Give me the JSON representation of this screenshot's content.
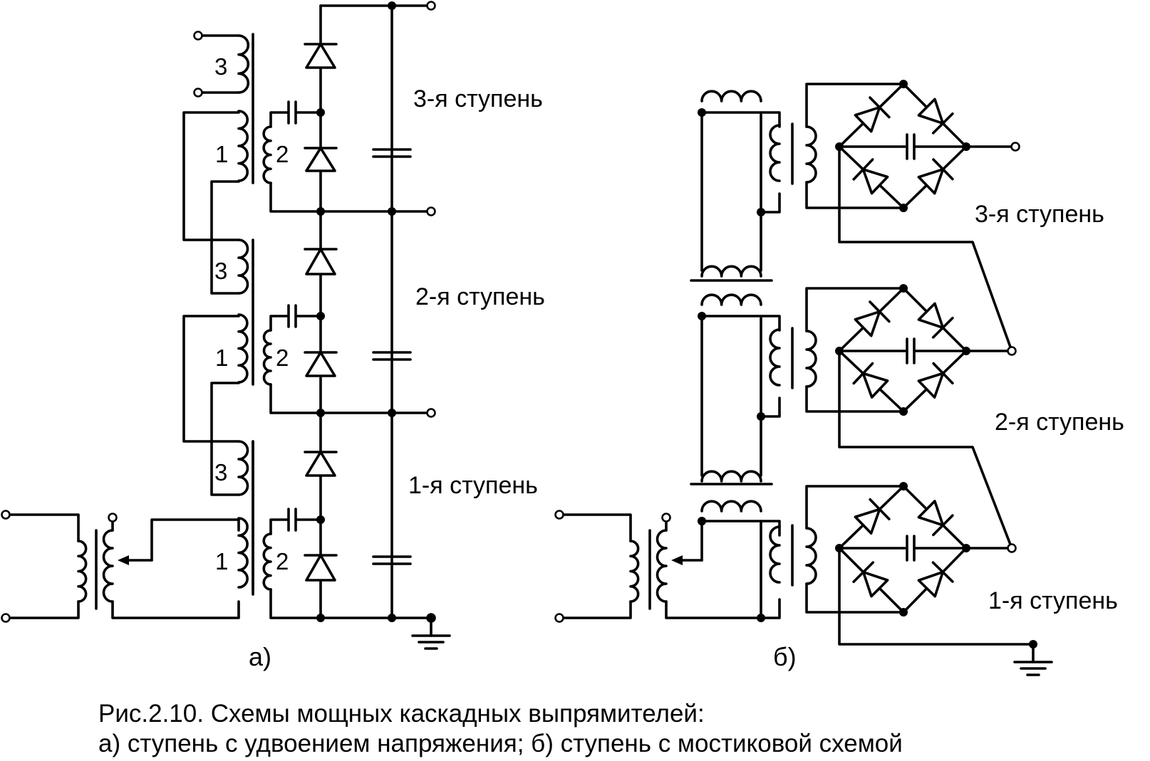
{
  "diagram_a": {
    "stages": [
      "3-я ступень",
      "2-я ступень",
      "1-я ступень"
    ],
    "winding_numbers": [
      "1",
      "2",
      "3"
    ],
    "panel_label": "а)"
  },
  "diagram_b": {
    "stages": [
      "3-я ступень",
      "2-я ступень",
      "1-я ступень"
    ],
    "panel_label": "б)"
  },
  "caption": {
    "line1": "Рис.2.10. Схемы мощных каскадных выпрямителей:",
    "line2": "а) ступень с удвоением напряжения; б) ступень с мостиковой схемой"
  },
  "colors": {
    "line": "#000000",
    "background": "#ffffff"
  }
}
